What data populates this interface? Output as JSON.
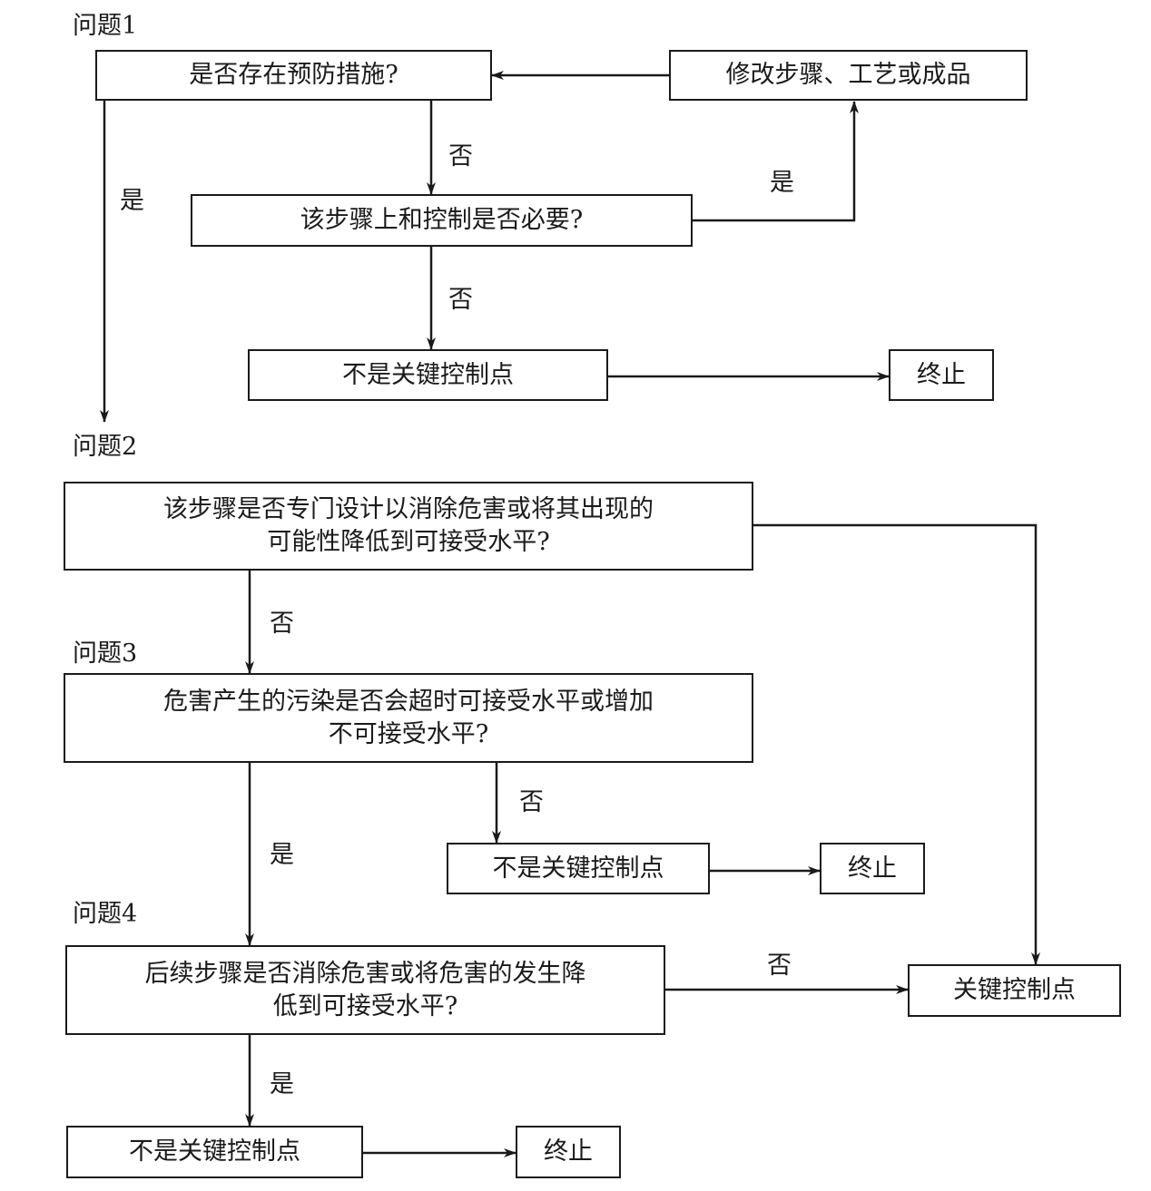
{
  "questions": {
    "q1": "问题1",
    "q2": "问题2",
    "q3": "问题3",
    "q4": "问题4"
  },
  "boxes": {
    "preventive_measures": "是否存在预防措施?",
    "modify_step": "修改步骤、工艺或成品",
    "control_necessary": "该步骤上和控制是否必要?",
    "not_ccp_1": "不是关键控制点",
    "end_1": "终止",
    "q2_line1": "该步骤是否专门设计以消除危害或将其出现的",
    "q2_line2": "可能性降低到可接受水平?",
    "q3_line1": "危害产生的污染是否会超时可接受水平或增加",
    "q3_line2": "不可接受水平?",
    "not_ccp_2": "不是关键控制点",
    "end_2": "终止",
    "q4_line1": "后续步骤是否消除危害或将危害的发生降",
    "q4_line2": "低到可接受水平?",
    "ccp": "关键控制点",
    "not_ccp_3": "不是关键控制点",
    "end_3": "终止"
  },
  "edge_labels": {
    "yes": "是",
    "no": "否"
  }
}
